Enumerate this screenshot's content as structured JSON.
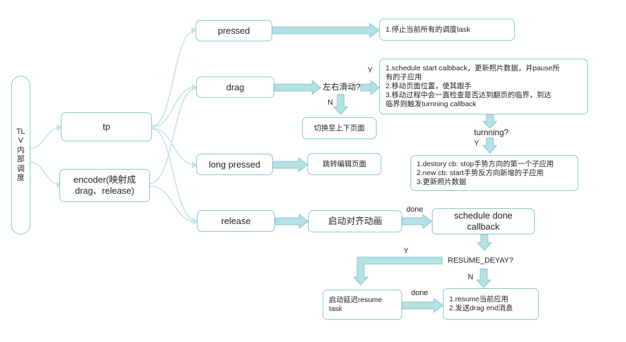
{
  "nodes": {
    "tlv": "TLV内部调度",
    "tp": "tp",
    "encoder": "encoder(映射成\ndrag、release)",
    "pressed": "pressed",
    "drag": "drag",
    "long_pressed": "long pressed",
    "release": "release",
    "stop_task": "1.停止当前所有的调度task",
    "drag_actions": "1.schedule start calbback，更新照片数据，并pause所\n有的子应用\n2.移动页面位置，使其跟手\n3.移动过程中会一直检查是否达到翻页的临界，到达\n临界则触发turnning callback",
    "switch_page": "切换至上下页面",
    "jump_edit": "跳转编辑页面",
    "turning_actions": "1.destory cb: stop手势方向的第一个子应用\n2.new cb: start手势反方向新增的子应用\n3.更新照片数据",
    "start_align": "启动对齐动画",
    "schedule_done": "schedule done\ncallback",
    "delay_task": "启动延迟resume\ntask",
    "resume_apps": "1.resume当前应用\n2.发送drag end消息"
  },
  "labels": {
    "lr_slide": "左右滑动?",
    "y_drag": "Y",
    "n_drag": "N",
    "turning": "turnning?",
    "y_turning": "Y",
    "done1": "done",
    "resume_delay": "RESUME_DEYAY?",
    "y_resume": "Y",
    "n_resume": "N",
    "done2": "done"
  },
  "colors": {
    "border": "#86c8cc",
    "arrow_fill": "#b5e0e4",
    "arrow_stroke": "#86c8cc",
    "curve": "#c3e3e6"
  }
}
